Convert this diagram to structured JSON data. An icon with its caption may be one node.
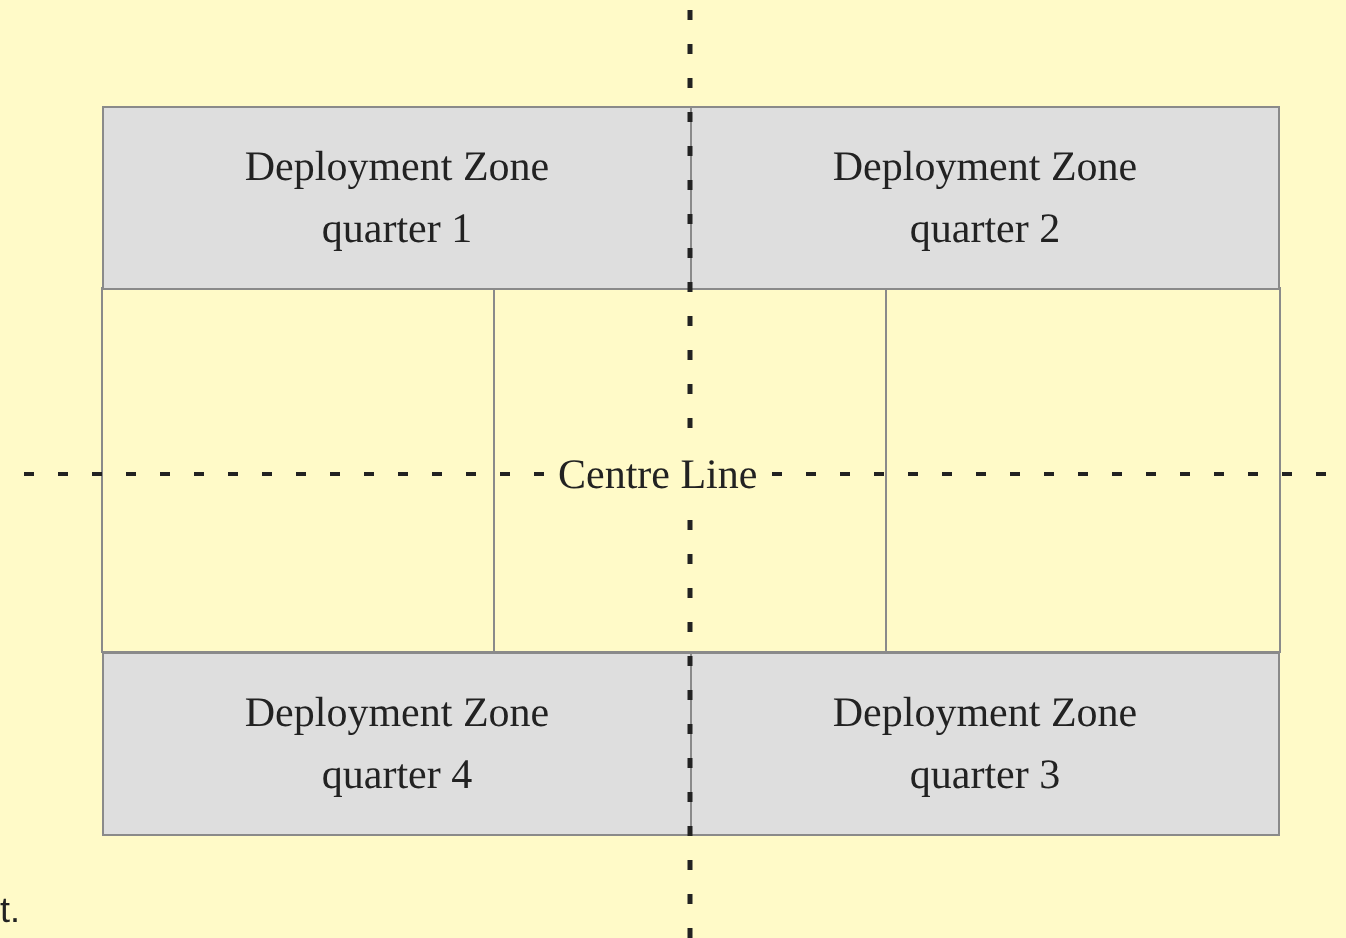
{
  "diagram": {
    "nodes": [
      {
        "text": [
          "Deployment Zone quarter 1"
        ]
      },
      {
        "text": [
          "Deployment Zone quarter 2"
        ]
      },
      {
        "text": [
          "Deployment Zone quarter 4"
        ]
      },
      {
        "text": [
          "Deployment Zone quarter 3"
        ]
      }
    ],
    "labels": [
      "Centre Line",
      "t."
    ]
  }
}
